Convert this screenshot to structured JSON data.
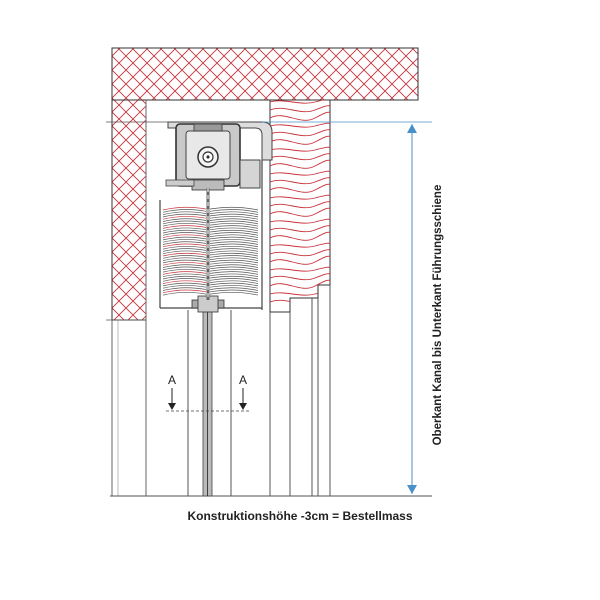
{
  "labels": {
    "dimension": "Oberkant Kanal bis Unterkant Führungsschiene",
    "caption": "Konstruktionshöhe -3cm = Bestellmass",
    "section_left": "A",
    "section_right": "A"
  },
  "colors": {
    "hatch": "#c8343c",
    "dimension": "#4a90c8",
    "line": "#333333",
    "housing": "#555555"
  },
  "icons": {
    "motor": "motor-reel-icon",
    "arrow": "arrow-down-icon"
  }
}
